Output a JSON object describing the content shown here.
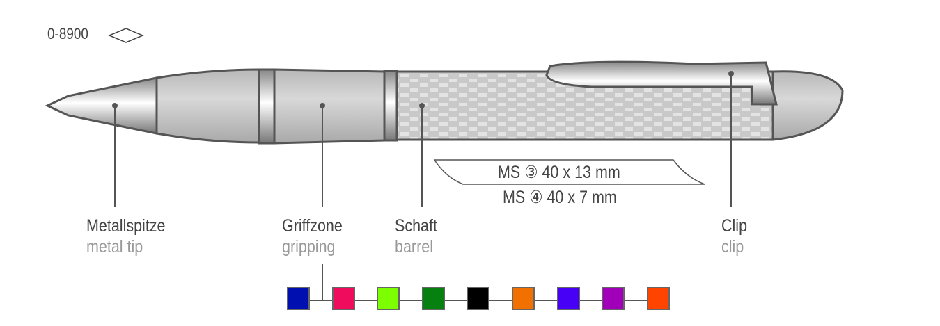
{
  "article_code": "0-8900",
  "print_areas": [
    "MS ③ 40 x 13 mm",
    "MS ④ 40 x 7 mm"
  ],
  "parts": [
    {
      "label_de": "Metallspitze",
      "label_en": "metal tip"
    },
    {
      "label_de": "Griffzone",
      "label_en": "gripping"
    },
    {
      "label_de": "Schaft",
      "label_en": "barrel"
    },
    {
      "label_de": "Clip",
      "label_en": "clip"
    }
  ],
  "colors": [
    "#0010B0",
    "#F00C5C",
    "#7CFF00",
    "#06800E",
    "#000000",
    "#F27000",
    "#4700F5",
    "#A000B8",
    "#FF4400"
  ]
}
